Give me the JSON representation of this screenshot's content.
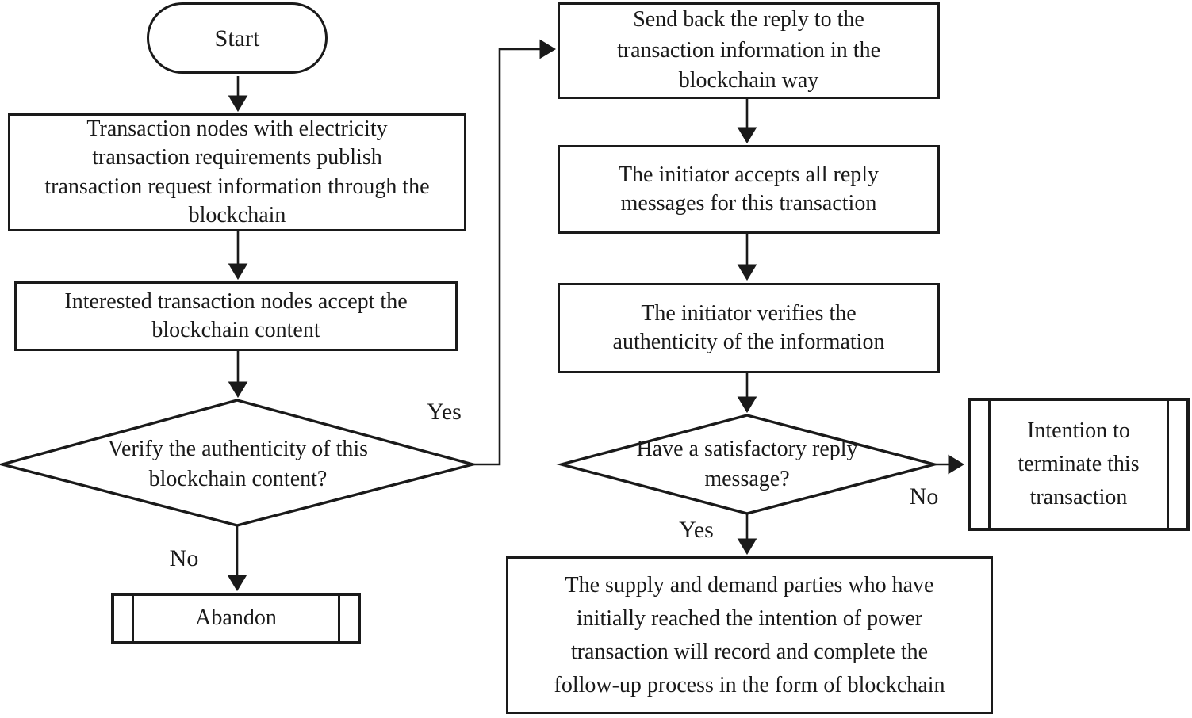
{
  "flowchart": {
    "nodes": {
      "start": "Start",
      "publish": "Transaction nodes with electricity\ntransaction requirements publish\ntransaction request information through the\nblockchain",
      "accept": "Interested transaction nodes accept the\nblockchain content",
      "verify_decision": "Verify the authenticity of this\nblockchain content?",
      "abandon": "Abandon",
      "send_back": "Send back the reply to the\ntransaction information in the\nblockchain way",
      "accept_replies": "The initiator accepts all reply\nmessages for this transaction",
      "verify_info": "The initiator verifies the\nauthenticity of the information",
      "satisfactory_decision": "Have a satisfactory reply\nmessage?",
      "terminate": "Intention to\nterminate this\ntransaction",
      "record": "The supply and demand parties who have\ninitially reached the intention of power\ntransaction will record and complete the\nfollow-up process in the form of blockchain"
    },
    "edge_labels": {
      "verify_yes": "Yes",
      "verify_no": "No",
      "satisfactory_yes": "Yes",
      "satisfactory_no": "No"
    },
    "colors": {
      "stroke": "#1a1a1a",
      "text": "#1a1a1a",
      "background": "#ffffff"
    }
  }
}
